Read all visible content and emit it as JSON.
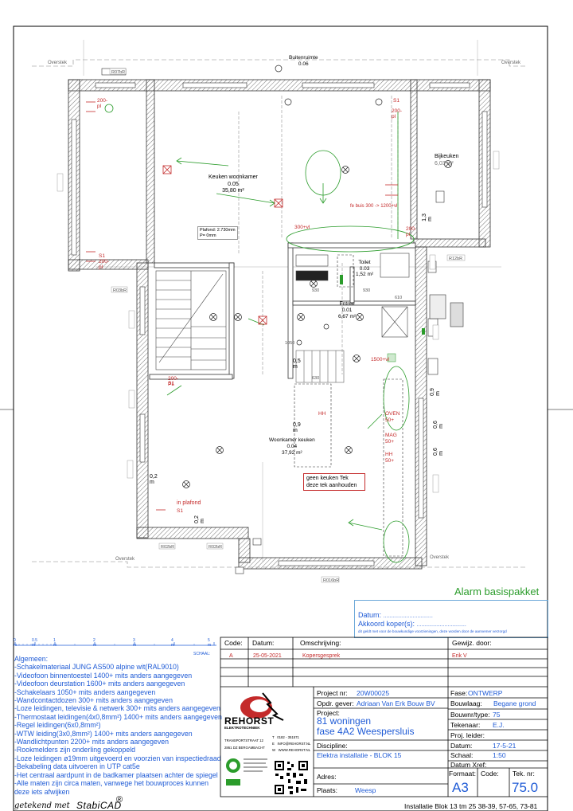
{
  "plan": {
    "overstek_labels": [
      "Overstek",
      "Overstek",
      "Overstek",
      "Overstek"
    ],
    "buitenruimte": {
      "name": "Buitenruimte",
      "code": "0.06"
    },
    "keuken_woonkamer": {
      "name": "Keuken woonkamer",
      "code": "0.05",
      "area": "35,80 m²"
    },
    "bijkeuken": {
      "name": "Bijkeuken",
      "area": "6,03 m²"
    },
    "toilet": {
      "name": "Toilet",
      "code": "0.03",
      "area": "1,52 m²"
    },
    "entree": {
      "name": "Entree",
      "code": "0.01",
      "area": "6,67 m²"
    },
    "woonkamer_keuken": {
      "name": "Woonkamer keuken",
      "code": "0.04",
      "area": "37,92 m²"
    },
    "plafond_note": [
      "Plafond: 2.730mm",
      "P= 0mm"
    ],
    "fe_buis": "fe buis 300 -> 1200+vl",
    "geen_keuken": [
      "geen keuken Tek",
      "deze tek aanhouden"
    ],
    "in_plafond": "in plafond",
    "red_labels": [
      "200-pl",
      "S1",
      "200-pl",
      "S1",
      "200-pl",
      "S1",
      "200-PL",
      "300+vl",
      "200-pl",
      "1500+vl",
      "HH",
      "OVEN",
      "50+",
      "MAG",
      "50+",
      "HH",
      "50+",
      "S1",
      "0,2 m",
      "0,5 m",
      "0,9 m",
      "1,3 m",
      "0,6 m",
      "0,6 m",
      "0,2 m",
      "0,9 m"
    ],
    "dims": [
      "930",
      "930",
      "610",
      "1050",
      "630"
    ],
    "alarm_title": "Alarm basispakket"
  },
  "approval": {
    "datum_label": "Datum:",
    "datum_dots": "................................",
    "akkoord_label": "Akkoord koper(s):",
    "akkoord_dots": "................................",
    "note": "dit geldt met voor de bouwkundige voorzieningen, deze worden door de aannemer verzorgd"
  },
  "scale": {
    "labels": [
      "0 m",
      "0.5 m",
      "1 m",
      "2 m",
      "3 m",
      "4 m",
      "5 m"
    ],
    "schaal": "SCHAAL:"
  },
  "notes": {
    "title": "Algemeen:",
    "lines": [
      "-Schakelmateriaal JUNG AS500 alpine wit(RAL9010)",
      "-Videofoon binnentoestel 1400+ mits anders aangegeven",
      "-Videofoon deurstation 1600+ mits anders aangegeven",
      "-Schakelaars 1050+ mits anders aangegeven",
      "-Wandcontactdozen 300+ mits anders aangegeven",
      "-Loze leidingen, televisie & netwerk 300+ mits anders aangegeven",
      "-Thermostaat leidingen(4x0,8mm²) 1400+ mits anders aangegeven",
      "-Regel leidingen(6x0,8mm²)",
      "-WTW leiding(3x0,8mm²) 1400+ mits anders aangegeven",
      "-Wandlichtpunten 2200+ mits anders aangegeven",
      "-Rookmelders zijn onderling gekoppeld",
      "-Loze leidingen ø19mm uitgevoerd en voorzien van inspectiedraad",
      "-Bekabeling data uitvoeren in UTP cat5e",
      "-Het centraal aardpunt in de badkamer plaatsen achter de spiegel",
      "-Alle maten zijn circa maten, vanwege het bouwproces kunnen",
      "deze iets afwijken"
    ]
  },
  "footer": {
    "getekend": "getekend met",
    "stabicad": "StabiCAD",
    "reg": "®",
    "installatie": "Installatie Blok 13 tm 25 38-39, 57-65, 73-81"
  },
  "revisions": {
    "headers": {
      "code": "Code:",
      "datum": "Datum:",
      "omschrijving": "Omschrijving:",
      "gewijzigd": "Gewijz. door:"
    },
    "rows": [
      {
        "code": "A",
        "datum": "25-05-2021",
        "omschrijving": "Kopersgesprek",
        "door": "Erik V"
      }
    ]
  },
  "company": {
    "name": "REHORST",
    "sub": "ELEKTROTECHNIEK",
    "address": [
      "TRANSPORTSTRAAT 12",
      "2861 DZ BERGAMBACHT"
    ],
    "contact": [
      {
        "k": "T",
        "v": "0182 - 351571"
      },
      {
        "k": "E",
        "v": "INFO@REHORST.NL"
      },
      {
        "k": "W",
        "v": "WWW.REHORST.NL"
      }
    ]
  },
  "titleblock": {
    "projectnr_label": "Project nr:",
    "projectnr": "20W00025",
    "opdr_label": "Opdr. gever:",
    "opdr": "Adriaan Van Erk Bouw BV",
    "project_label": "Project:",
    "project_lines": [
      "81 woningen",
      "fase 4A2 Weespersluis"
    ],
    "discipline_label": "Discipline:",
    "discipline": "Elektra installatie - BLOK 15",
    "adres_label": "Adres:",
    "plaats_label": "Plaats:",
    "plaats": "Weesp",
    "fase_label": "Fase:",
    "fase": "ONTWERP",
    "bouwlaag_label": "Bouwlaag:",
    "bouwlaag": "Begane grond",
    "bouwnr_label": "Bouwnr/type:",
    "bouwnr": "75",
    "tekenaar_label": "Tekenaar:",
    "tekenaar": "E.J.",
    "projleider_label": "Proj. leider:",
    "datum_label": "Datum:",
    "datum": "17-5-21",
    "schaal_label": "Schaal:",
    "schaal": "1:50",
    "datumxref_label": "Datum Xref:",
    "formaat_label": "Formaat:",
    "formaat": "A3",
    "code_label": "Code:",
    "teknr_label": "Tek. nr:",
    "teknr": "75.0"
  },
  "colors": {
    "blue": "#1f5bd6",
    "red": "#c42a2a",
    "green": "#2b9c2b",
    "wall": "#555555"
  }
}
